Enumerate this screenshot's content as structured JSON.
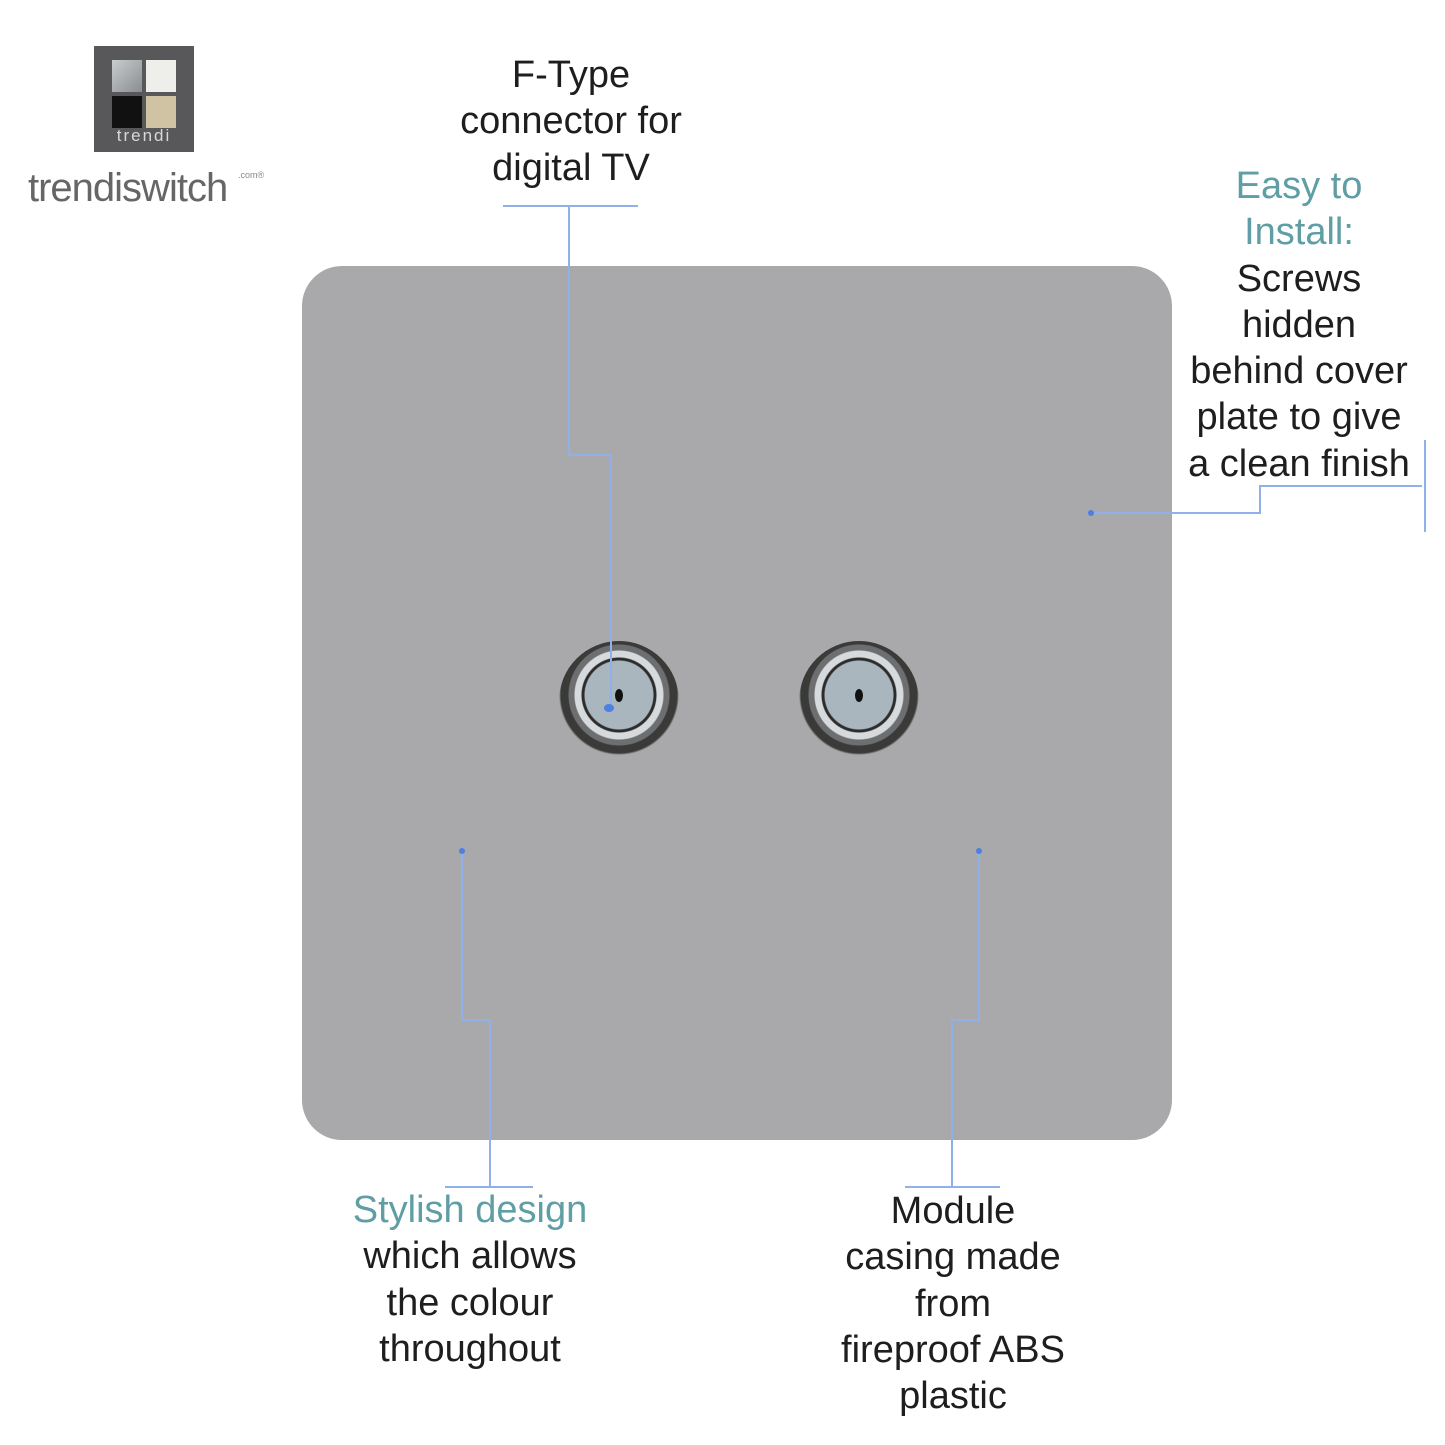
{
  "logo": {
    "badge_text": "trendi",
    "brand_text": "trendiswitch",
    "brand_suffix": ".com®"
  },
  "colors": {
    "plate": "#a9a9ab",
    "highlight": "#5f9ea4",
    "leader_line": "#8fb0e8"
  },
  "callouts": {
    "ftype": {
      "lines": [
        "F-Type",
        "connector for",
        "digital TV"
      ]
    },
    "install": {
      "highlight": [
        "Easy to",
        "Install:"
      ],
      "lines": [
        "Screws",
        "hidden",
        "behind cover",
        "plate to give",
        "a clean finish"
      ]
    },
    "stylish": {
      "highlight": "Stylish design",
      "lines": [
        "which allows",
        "the colour",
        "throughout"
      ]
    },
    "module": {
      "lines": [
        "Module",
        "casing made",
        "from",
        "fireproof ABS",
        "plastic"
      ]
    }
  }
}
